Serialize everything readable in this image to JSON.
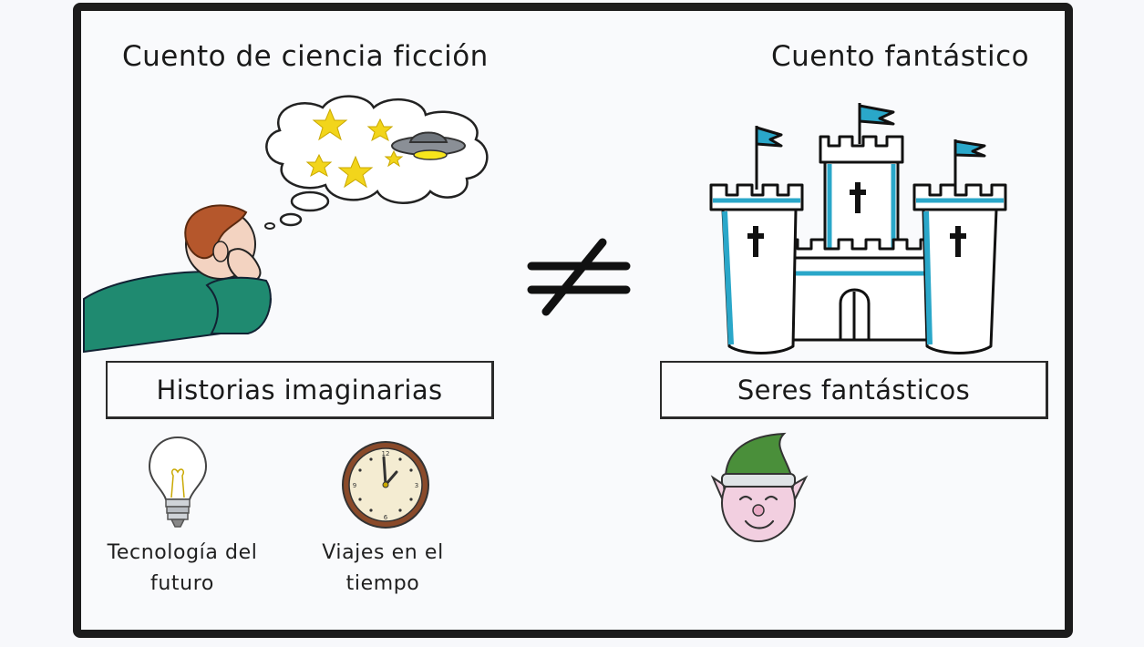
{
  "left": {
    "title": "Cuento de ciencia ficción",
    "box_label": "Historias imaginarias",
    "items": [
      {
        "line1": "Tecnología del",
        "line2": "futuro",
        "icon": "light-bulb-icon"
      },
      {
        "line1": "Viajes en el",
        "line2": "tiempo",
        "icon": "clock-icon"
      }
    ]
  },
  "right": {
    "title": "Cuento fantástico",
    "box_label": "Seres fantásticos",
    "icon": "elf-icon"
  },
  "relation_symbol": "≠",
  "colors": {
    "castle_accent": "#2aa7c9",
    "sweater": "#1f8a70",
    "hair": "#b5572c",
    "stars": "#f2d51b",
    "elf_hat": "#4a8f3a",
    "elf_face": "#f2cfe0"
  }
}
